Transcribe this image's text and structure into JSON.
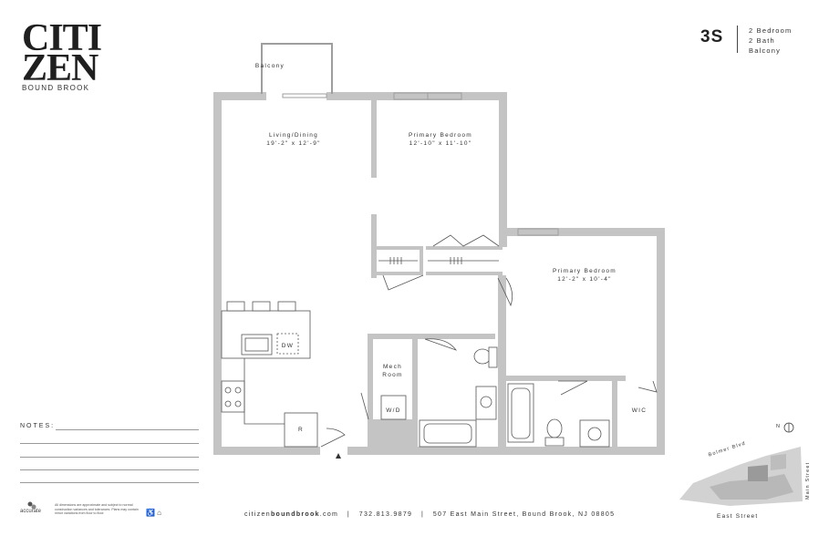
{
  "brand": {
    "logo_line1": "CITI",
    "logo_line2": "ZEN",
    "logo_sub": "BOUND BROOK"
  },
  "unit": {
    "code": "3S",
    "details": [
      "2 Bedroom",
      "2 Bath",
      "Balcony"
    ]
  },
  "rooms": {
    "balcony": "Balcony",
    "living_name": "Living/Dining",
    "living_dim": "19'-2\" x 12'-9\"",
    "primary1_name": "Primary Bedroom",
    "primary1_dim": "12'-10\" x 11'-10\"",
    "primary2_name": "Primary Bedroom",
    "primary2_dim": "12'-2\" x 10'-4\"",
    "mech1": "Mech",
    "mech2": "Room",
    "wd": "W/D",
    "dw": "DW",
    "r": "R",
    "wic": "WIC"
  },
  "notes_label": "NOTES:",
  "footer": {
    "site_pre": "citizen",
    "site_bold": "boundbrook",
    "site_post": ".com",
    "sep": "|",
    "phone": "732.813.9879",
    "address": "507 East Main Street, Bound Brook, NJ 08805"
  },
  "disclaimer": "All dimensions are approximate and subject to normal construction variances and tolerances. Plans may contain minor variations from floor to floor.",
  "accurate_label": "accurate",
  "map": {
    "north": "N",
    "street1": "Bolmer Blvd",
    "street2": "Main Street",
    "street3": "East Street"
  },
  "colors": {
    "wall": "#c4c4c4",
    "wall_dark": "#9e9e9e",
    "text": "#2b2b2b"
  }
}
